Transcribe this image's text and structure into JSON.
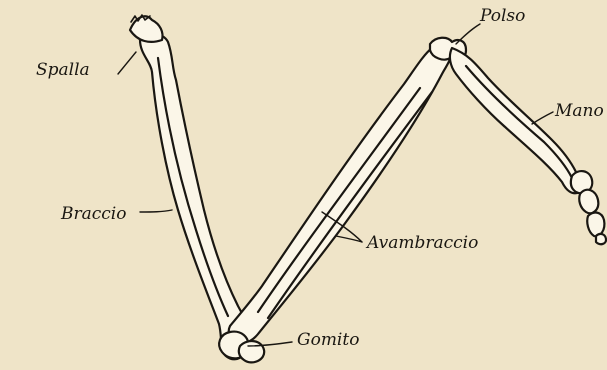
{
  "labels": {
    "spalla": "Spalla",
    "braccio": "Braccio",
    "avambraccio": "Avambraccio",
    "gomito": "Gomito",
    "polso": "Polso",
    "mano": "Mano"
  },
  "colors": {
    "paper": "#efe4c8",
    "ink": "#1a1712",
    "bone": "#fbf6e8"
  }
}
